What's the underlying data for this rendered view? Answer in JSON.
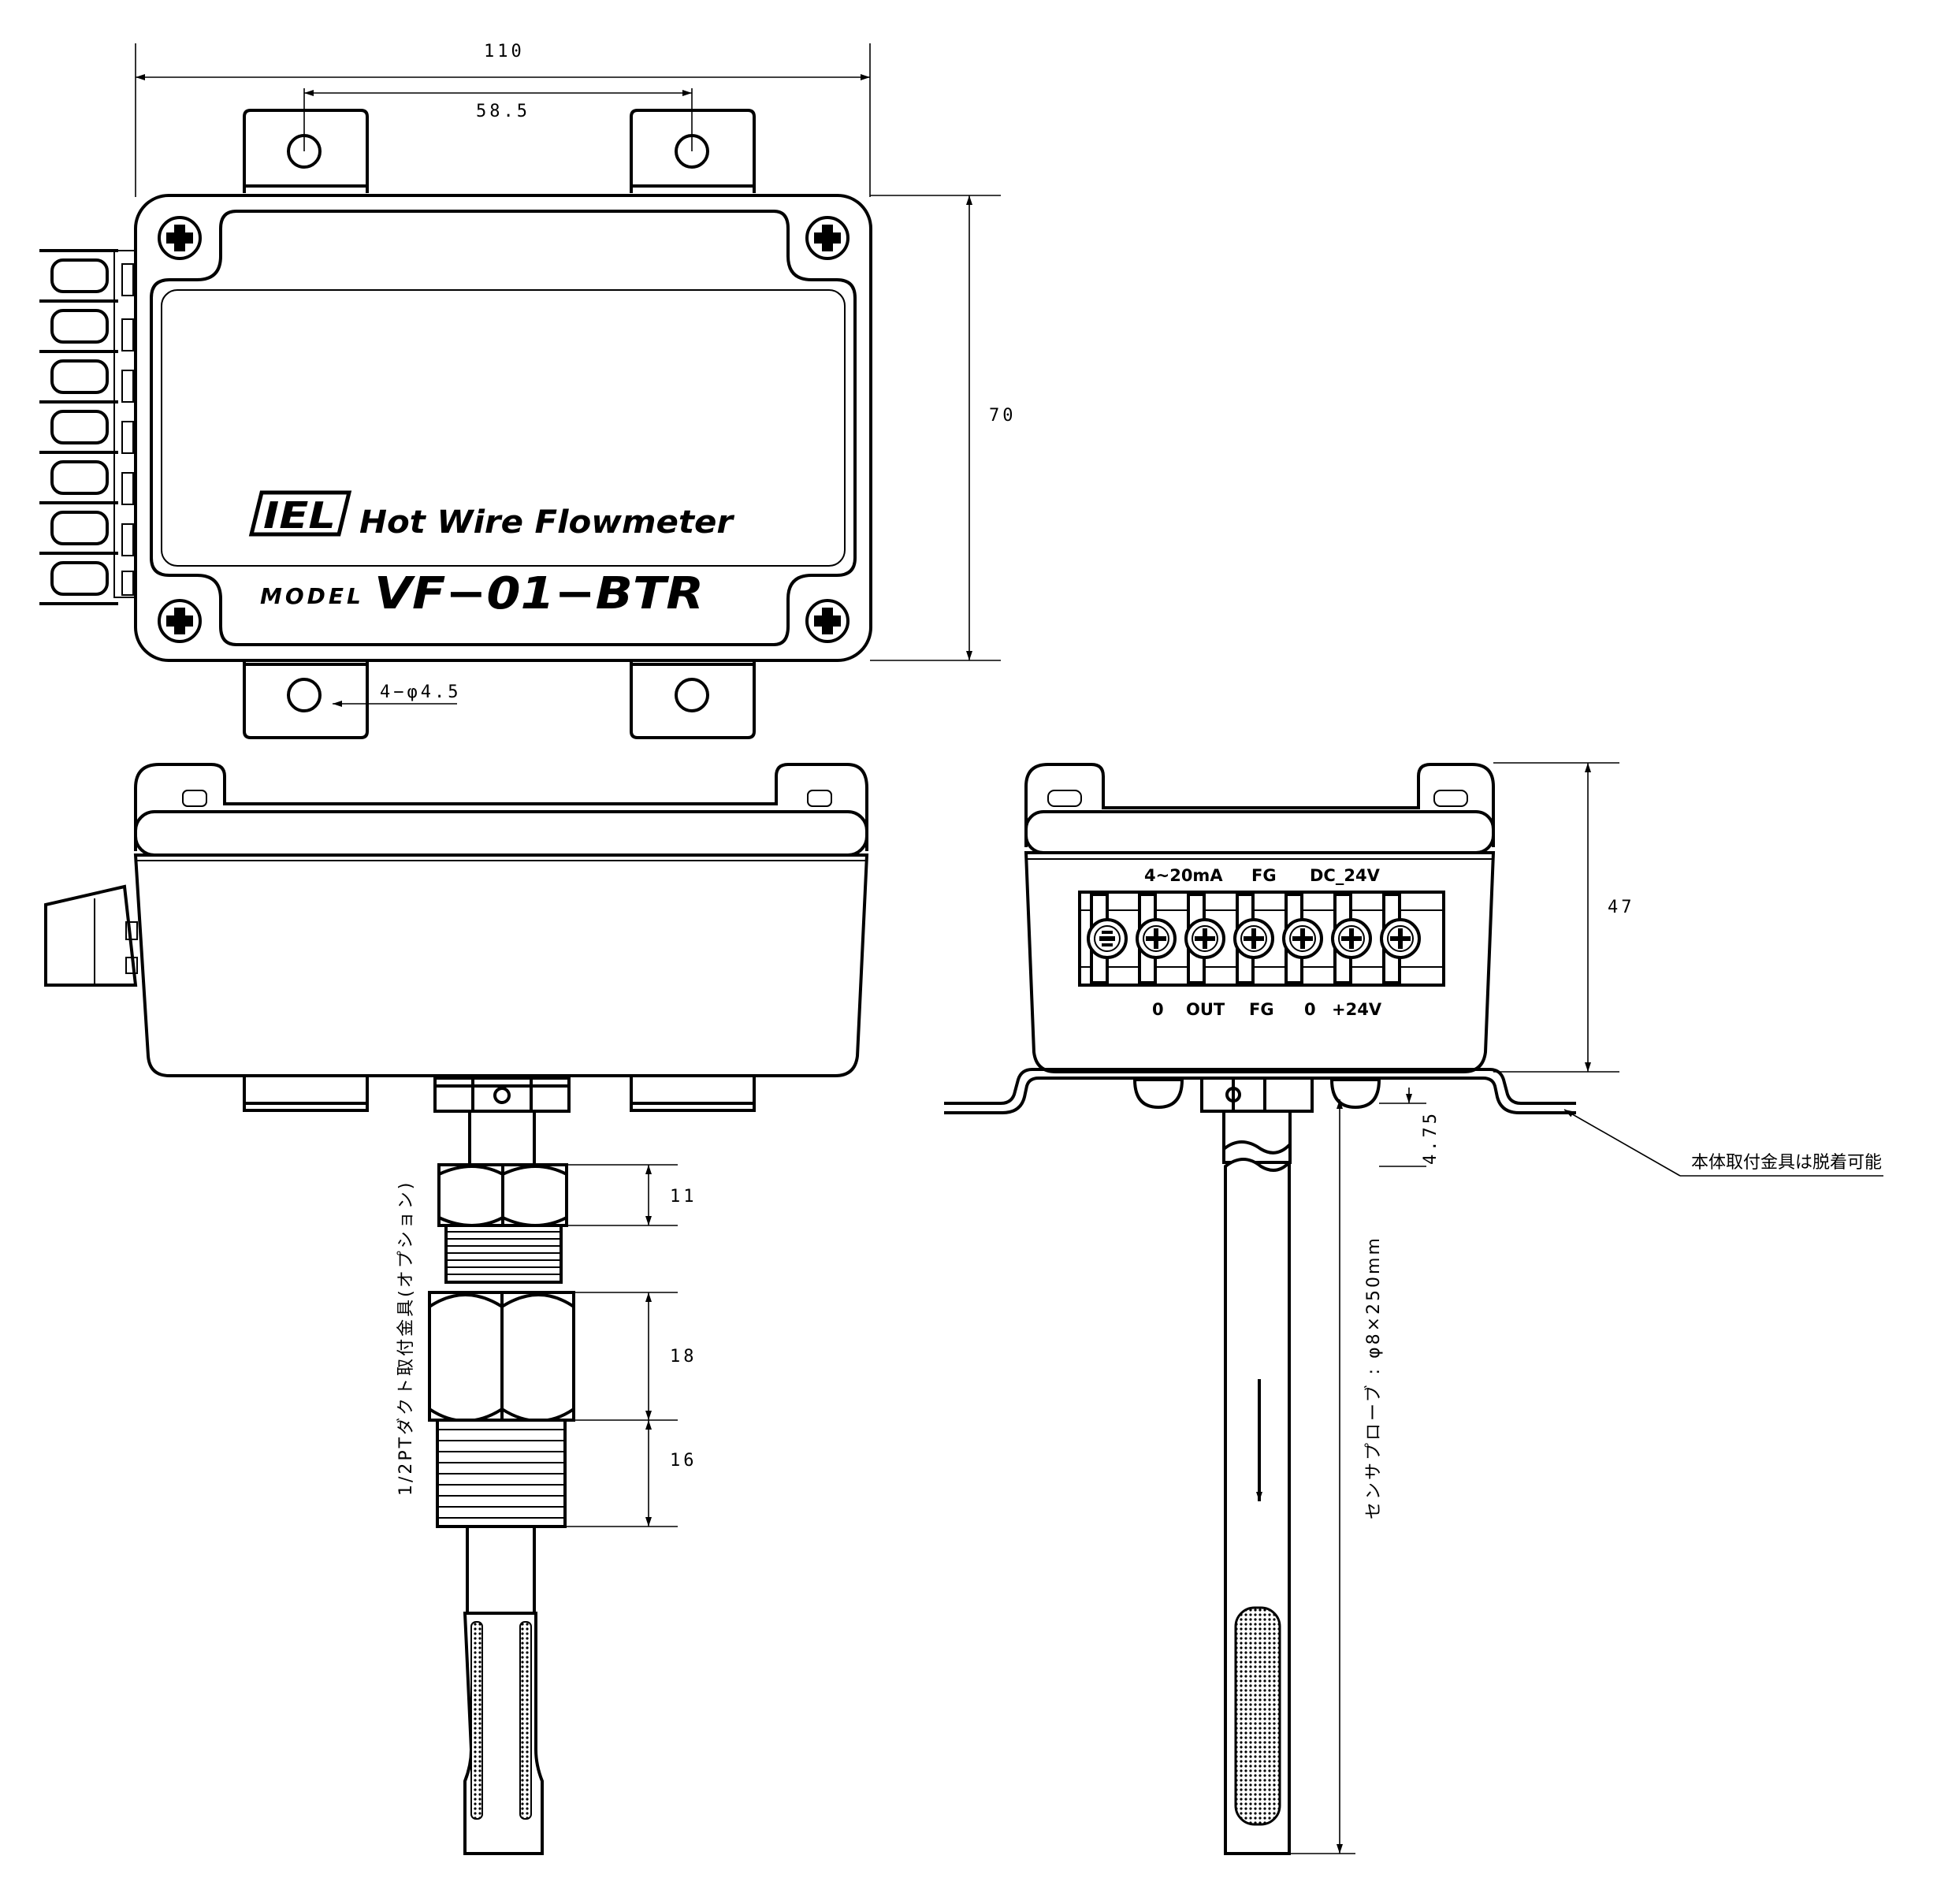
{
  "front": {
    "brand_logo": "IEL",
    "product_title": "Hot Wire Flowmeter",
    "model_label": "MODEL",
    "model_number": "VF−01−BTR"
  },
  "dimensions": {
    "width_overall": "110",
    "hole_pitch": "58.5",
    "height_overall": "70",
    "mounting_holes": "4−φ4.5",
    "depth": "47",
    "nut_height": "11",
    "fitting_height": "18",
    "thread_length": "16",
    "bracket_offset": "4.75"
  },
  "terminal_block": {
    "header_labels": [
      "4~20mA",
      "FG",
      "DC_24V"
    ],
    "terminal_labels": [
      "0",
      "OUT",
      "FG",
      "0",
      "+24V"
    ]
  },
  "notes": {
    "duct_fitting": "1/2PTダクト取付金具(オプション)",
    "sensor_probe": "センサプローブ : φ8×250mm",
    "bracket_removable": "本体取付金具は脱着可能"
  }
}
